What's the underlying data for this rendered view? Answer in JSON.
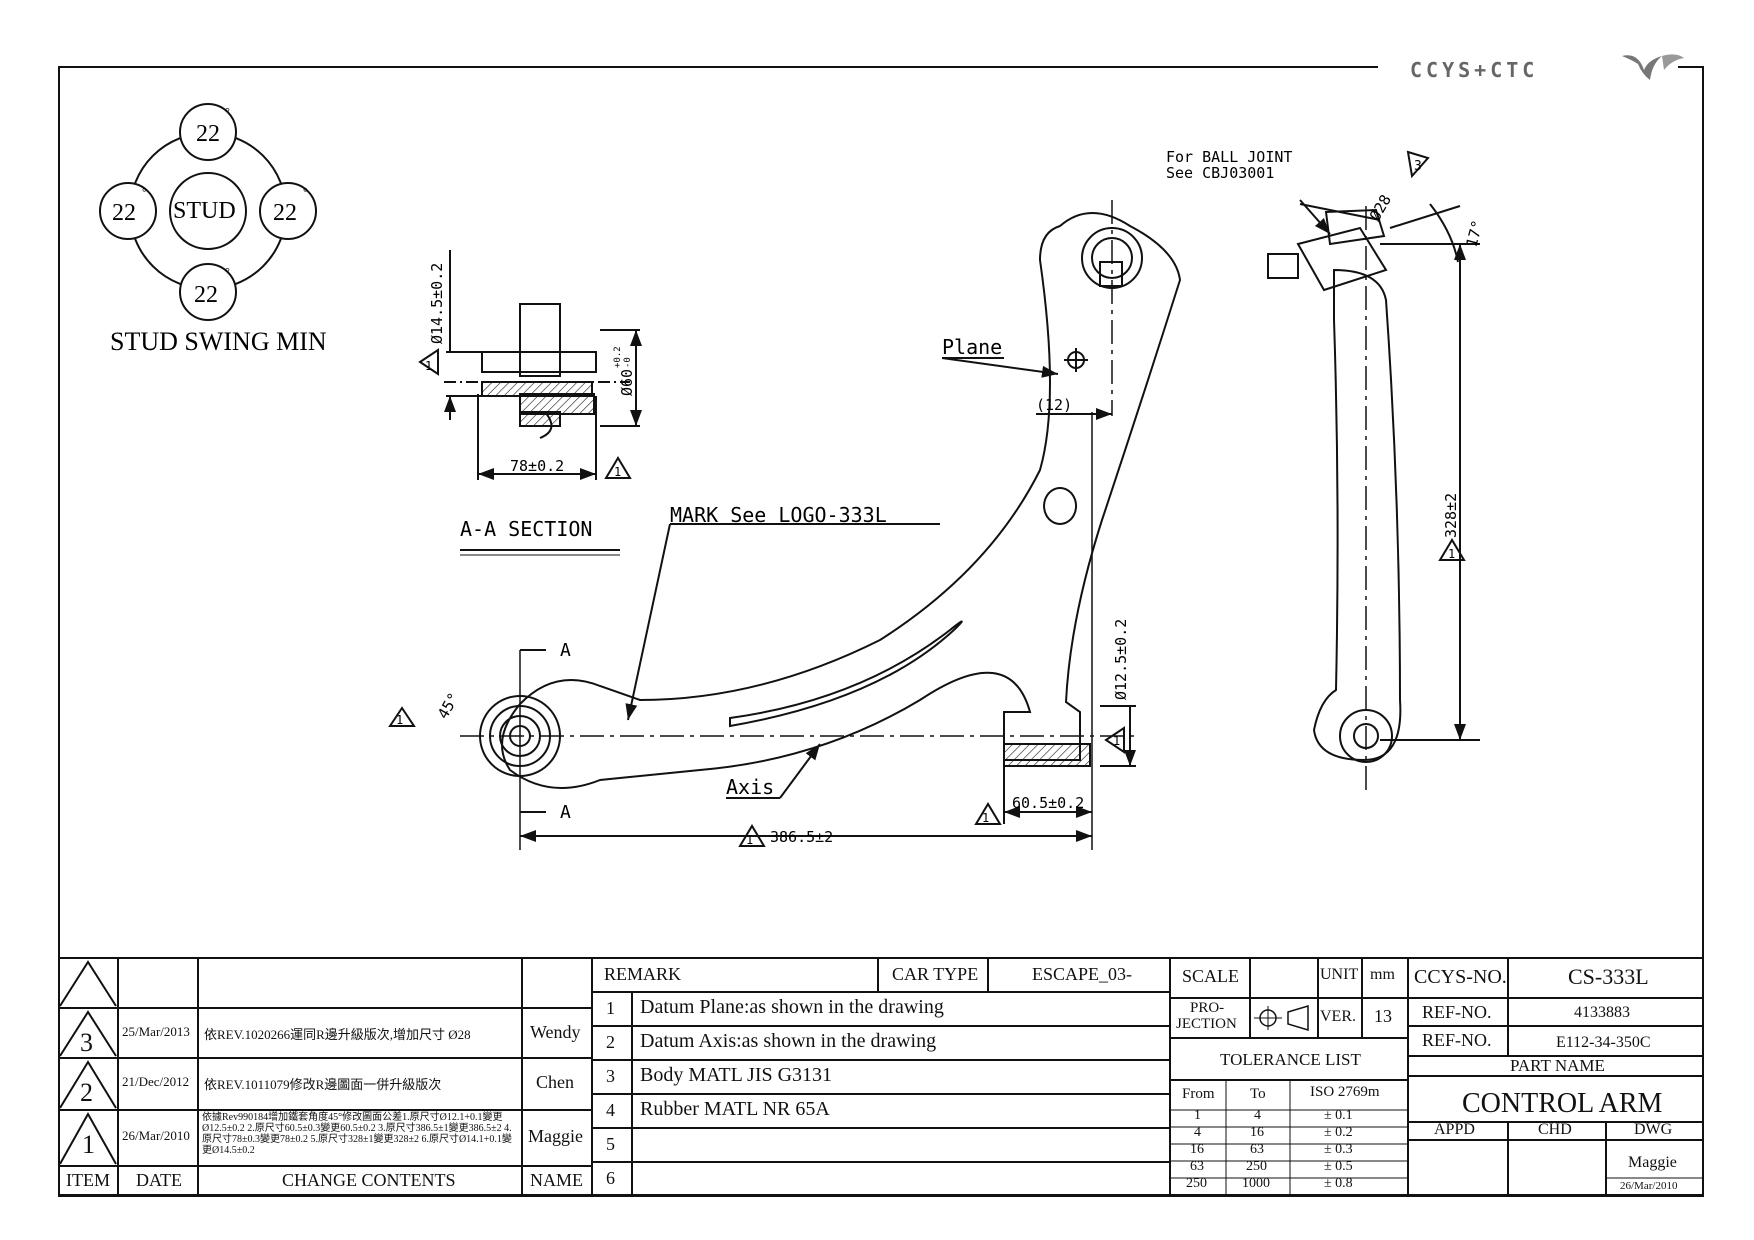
{
  "logo": {
    "text": "CCYS+CTC",
    "mark": "ccys-bird-logo"
  },
  "stud": {
    "top": "22",
    "left": "22",
    "right": "22",
    "bottom": "22",
    "center": "STUD",
    "caption": "STUD SWING MIN"
  },
  "section": {
    "title": "A-A SECTION",
    "dim_14": "Ø14.5±0.2",
    "dim_60": "Ø60",
    "dim_60_tol_upper": "+0.2",
    "dim_60_tol_lower": "-0",
    "dim_78": "78±0.2"
  },
  "main_view": {
    "mark_label": "MARK See LOGO-333L",
    "plane_label": "Plane",
    "axis_label": "Axis",
    "dim_12": "(12)",
    "dim_125": "Ø12.5±0.2",
    "dim_605": "60.5±0.2",
    "dim_3865": "386.5±2",
    "angle_45": "45°",
    "section_a_top": "A",
    "section_a_bottom": "A"
  },
  "side_view": {
    "ball_joint_line1": "For BALL JOINT",
    "ball_joint_line2": "See CBJ03001",
    "dim_28": "Ø28",
    "angle_17": "17°",
    "dim_328": "328±2",
    "rev_marker": "3"
  },
  "revisions": {
    "rows": [
      {
        "rev": "3",
        "date": "25/Mar/2013",
        "content": "依REV.1020266運同R邊升級版次,增加尺寸 Ø28",
        "name": "Wendy"
      },
      {
        "rev": "2",
        "date": "21/Dec/2012",
        "content": "依REV.1011079修改R邊圖面一併升級版次",
        "name": "Chen"
      },
      {
        "rev": "1",
        "date": "26/Mar/2010",
        "content": "依據Rev990184增加鐵套角度45°修改圖面公差1.原尺寸Ø12.1+0.1變更Ø12.5±0.2 2.原尺寸60.5±0.3變更60.5±0.2 3.原尺寸386.5±1變更386.5±2 4.原尺寸78±0.3變更78±0.2 5.原尺寸328±1變更328±2 6.原尺寸Ø14.1+0.1變更Ø14.5±0.2",
        "name": "Maggie"
      }
    ],
    "headers": {
      "item": "ITEM",
      "date": "DATE",
      "contents": "CHANGE CONTENTS",
      "name": "NAME"
    }
  },
  "remarks": {
    "header": "REMARK",
    "car_type_label": "CAR TYPE",
    "car_type_value": "ESCAPE_03-",
    "items": [
      {
        "no": "1",
        "text": "Datum Plane:as shown in the drawing"
      },
      {
        "no": "2",
        "text": "Datum Axis:as shown in the drawing"
      },
      {
        "no": "3",
        "text": "Body MATL JIS G3131"
      },
      {
        "no": "4",
        "text": "Rubber MATL NR 65A"
      },
      {
        "no": "5",
        "text": ""
      },
      {
        "no": "6",
        "text": ""
      }
    ]
  },
  "title_block": {
    "scale_label": "SCALE",
    "unit_label": "UNIT",
    "unit_value": "mm",
    "projection_label_1": "PRO-",
    "projection_label_2": "JECTION",
    "ver_label": "VER.",
    "ver_value": "13",
    "tolerance_title": "TOLERANCE LIST",
    "tol_headers": {
      "from": "From",
      "to": "To",
      "iso": "ISO 2769m"
    },
    "tolerances": [
      {
        "from": "1",
        "to": "4",
        "tol": "± 0.1"
      },
      {
        "from": "4",
        "to": "16",
        "tol": "± 0.2"
      },
      {
        "from": "16",
        "to": "63",
        "tol": "± 0.3"
      },
      {
        "from": "63",
        "to": "250",
        "tol": "± 0.5"
      },
      {
        "from": "250",
        "to": "1000",
        "tol": "± 0.8"
      }
    ],
    "ccys_no_label": "CCYS-NO.",
    "ccys_no_value": "CS-333L",
    "ref_no_label_1": "REF-NO.",
    "ref_no_value_1": "4133883",
    "ref_no_label_2": "REF-NO.",
    "ref_no_value_2": "E112-34-350C",
    "part_name_label": "PART NAME",
    "part_name_value": "CONTROL ARM",
    "appd_label": "APPD",
    "chd_label": "CHD",
    "dwg_label": "DWG",
    "dwg_name": "Maggie",
    "dwg_date": "26/Mar/2010"
  }
}
